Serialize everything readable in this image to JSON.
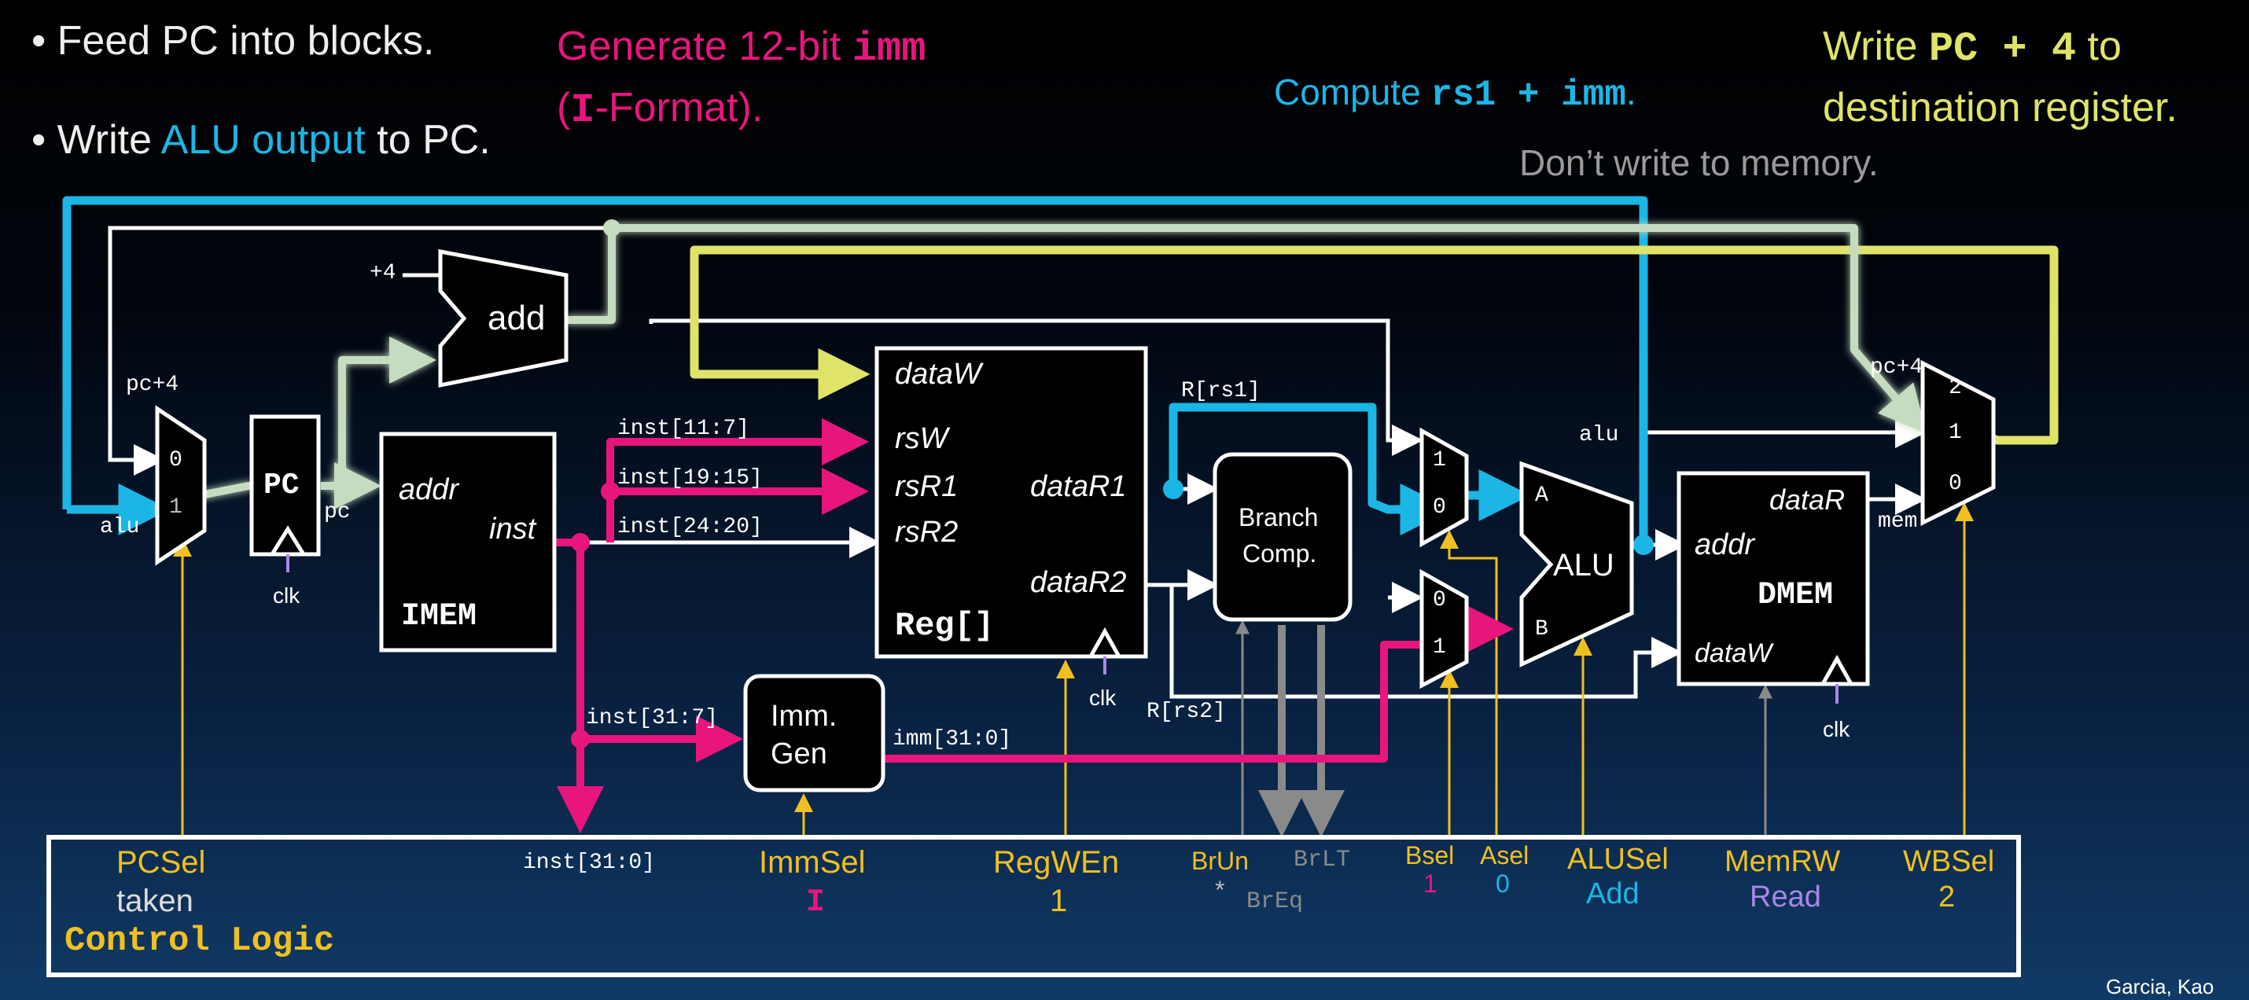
{
  "annotations": {
    "bullet1": "Feed PC into blocks.",
    "bullet2_pre": "Write ",
    "bullet2_hl": "ALU output",
    "bullet2_post": " to PC.",
    "gen_pre": "Generate 12-bit ",
    "gen_code": "imm",
    "gen_l2_open": "(",
    "gen_l2_code": "I",
    "gen_l2_rest": "-Format).",
    "compute_pre": "Compute ",
    "compute_code": "rs1 + imm",
    "compute_post": ".",
    "write_pre": "Write ",
    "write_code": "PC + 4",
    "write_post": " to",
    "write_l2": "destination register.",
    "nomem": "Don’t write to memory."
  },
  "blocks": {
    "pc": "PC",
    "pc_out": "pc",
    "pc_clk": "clk",
    "add": "add",
    "plus4": "+4",
    "imem_addr": "addr",
    "imem_inst": "inst",
    "imem_name": "IMEM",
    "reg_dataW": "dataW",
    "reg_rsW": "rsW",
    "reg_rsR1": "rsR1",
    "reg_rsR2": "rsR2",
    "reg_dataR1": "dataR1",
    "reg_dataR2": "dataR2",
    "reg_name": "Reg[]",
    "reg_clk": "clk",
    "immgen_l1": "Imm.",
    "immgen_l2": "Gen",
    "branch_l1": "Branch",
    "branch_l2": "Comp.",
    "alu": "ALU",
    "alu_a": "A",
    "alu_b": "B",
    "dmem_dataR": "dataR",
    "dmem_addr": "addr",
    "dmem_name": "DMEM",
    "dmem_dataW": "dataW",
    "dmem_clk": "clk"
  },
  "wires": {
    "pc4_left": "pc+4",
    "alu_left": "alu",
    "inst_11_7": "inst[11:7]",
    "inst_19_15": "inst[19:15]",
    "inst_24_20": "inst[24:20]",
    "inst_31_7": "inst[31:7]",
    "imm_31_0": "imm[31:0]",
    "r_rs1": "R[rs1]",
    "r_rs2": "R[rs2]",
    "alu_right": "alu",
    "pc4_right": "pc+4",
    "mem": "mem",
    "inst_31_0": "inst[31:0]"
  },
  "mux": {
    "pc_0": "0",
    "pc_1": "1",
    "a_1": "1",
    "a_0": "0",
    "b_0": "0",
    "b_1": "1",
    "wb_2": "2",
    "wb_1": "1",
    "wb_0": "0"
  },
  "control": {
    "title": "Control Logic",
    "pcsel_label": "PCSel",
    "pcsel_value": "taken",
    "immsel_label": "ImmSel",
    "immsel_value": "I",
    "regwen_label": "RegWEn",
    "regwen_value": "1",
    "brun_label": "BrUn",
    "brun_value": "*",
    "brlt_label": "BrLT",
    "breq_label": "BrEq",
    "bsel_label": "Bsel",
    "bsel_value": "1",
    "asel_label": "Asel",
    "asel_value": "0",
    "alusel_label": "ALUSel",
    "alusel_value": "Add",
    "memrw_label": "MemRW",
    "memrw_value": "Read",
    "wbsel_label": "WBSel",
    "wbsel_value": "2"
  },
  "footer": {
    "credit": "Garcia, Kao"
  },
  "colors": {
    "pink": "#e8157d",
    "cyan": "#1bb6e6",
    "yellow": "#f0c020",
    "lime": "#dfe468",
    "sage": "#c6dcc0",
    "purple": "#a987e6",
    "grey": "#8a8a8a"
  }
}
